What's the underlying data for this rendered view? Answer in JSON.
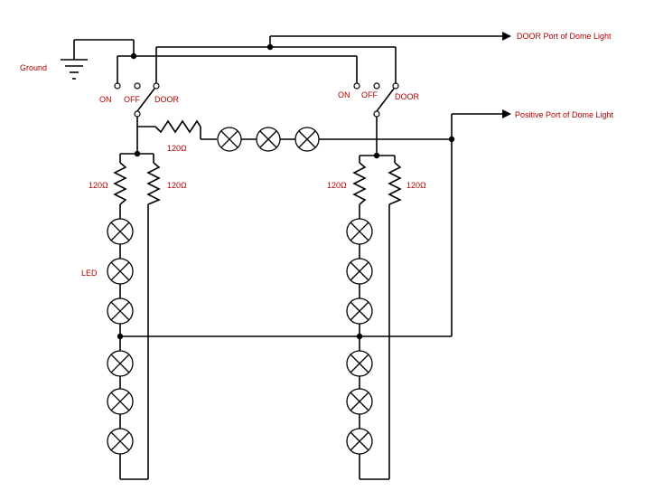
{
  "labels": {
    "ground": "Ground",
    "door_port": "DOOR Port of Dome Light",
    "positive_port": "Positive Port of Dome Light",
    "led": "LED",
    "res": "120Ω"
  },
  "switch_left": {
    "on": "ON",
    "off": "OFF",
    "door": "DOOR"
  },
  "switch_right": {
    "on": "ON",
    "off": "OFF",
    "door": "DOOR"
  }
}
